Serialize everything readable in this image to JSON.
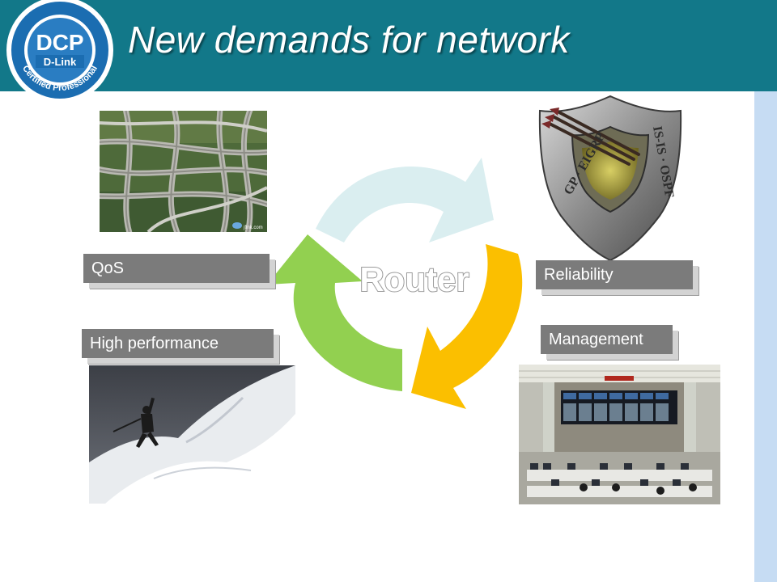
{
  "slide": {
    "title": "New demands for network",
    "center_label": "Router"
  },
  "logo": {
    "main_text": "DCP",
    "brand_text": "D-Link",
    "ring_text": "Certified Professional"
  },
  "labels": {
    "qos": "QoS",
    "reliability": "Reliability",
    "high_performance": "High performance",
    "management": "Management"
  },
  "photos": {
    "highway": {
      "caption": "jflnk.com"
    },
    "shield": {
      "engraving_left": "GP · EIGRP",
      "engraving_right": "IS-IS · OSPF"
    }
  },
  "colors": {
    "header": "#127889",
    "strip": "#c6dcf3",
    "arrow_top": "#daeef0",
    "arrow_right": "#fbbf00",
    "arrow_left": "#92d050",
    "label_box": "#7b7b7b"
  }
}
